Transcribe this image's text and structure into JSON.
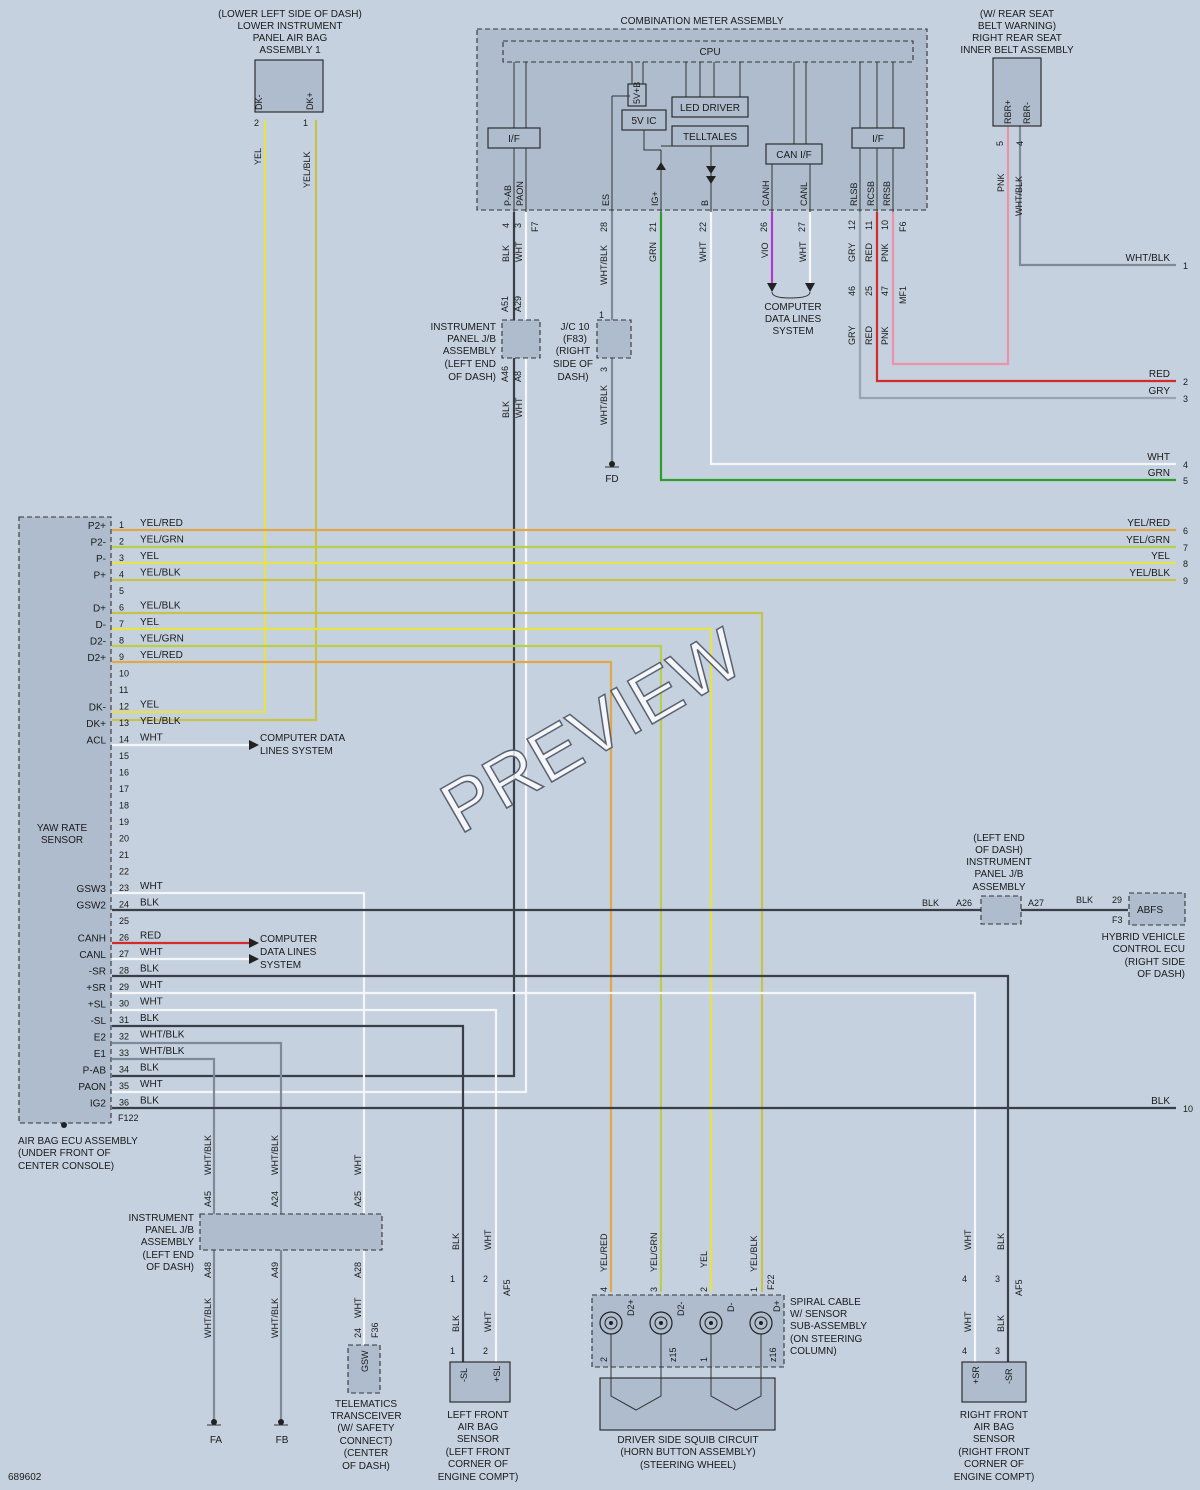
{
  "diagram_id": "689602",
  "watermark": "PREVIEW",
  "colors": {
    "YEL": "#e6e24a",
    "YEL/RED": "#e0a84a",
    "YEL/GRN": "#b9cf47",
    "YEL/BLK": "#c9c24a",
    "BLK": "#3a3f47",
    "WHT": "#f4f6f8",
    "WHT/BLK": "#7f8a96",
    "GRN": "#2aa02a",
    "RED": "#d42a2a",
    "PNK": "#ec93aa",
    "GRY": "#9aa4ae",
    "VIO": "#b03ad0"
  },
  "components": {
    "lower_airbag": [
      "(LOWER LEFT SIDE OF DASH)",
      "LOWER INSTRUMENT",
      "PANEL AIR BAG",
      "ASSEMBLY 1"
    ],
    "lower_airbag_pins": {
      "dkm": "DK-",
      "dkp": "DK+",
      "p2": "2",
      "p1": "1"
    },
    "meter": "COMBINATION METER ASSEMBLY",
    "cpu": "CPU",
    "led_driver": "LED DRIVER",
    "telltales": "TELLTALES",
    "can_if": "CAN I/F",
    "if_left": "I/F",
    "if_right": "I/F",
    "five_v_b": "5V+B",
    "five_v_ic": "5V IC",
    "meter_pins": [
      "P-AB",
      "PAON",
      "ES",
      "IG+",
      "B",
      "CANH",
      "CANL",
      "RLSB",
      "RCSB",
      "RRSB"
    ],
    "meter_pin_nums": [
      "4",
      "3",
      "28",
      "21",
      "22",
      "26",
      "27",
      "12",
      "11",
      "10"
    ],
    "meter_conn": "F7",
    "meter_conn2": "F6",
    "rear_belt": [
      "(W/ REAR SEAT",
      "BELT WARNING)",
      "RIGHT REAR SEAT",
      "INNER BELT ASSEMBLY"
    ],
    "rear_belt_pins": {
      "rbrp": "RBR+",
      "rbrm": "RBR-",
      "p5": "5",
      "p4": "4"
    },
    "ip_jb_top": [
      "INSTRUMENT",
      "PANEL J/B",
      "ASSEMBLY",
      "(LEFT END",
      "OF DASH)"
    ],
    "ip_jb_top_pins": {
      "a51": "A51",
      "a29": "A29",
      "a46": "A46",
      "a8": "A8"
    },
    "jc10": [
      "J/C 10",
      "(F83)",
      "(RIGHT",
      "SIDE OF",
      "DASH)"
    ],
    "jc10_pins": {
      "p1": "1",
      "p3": "3"
    },
    "fd": "FD",
    "cdl_top": [
      "COMPUTER",
      "DATA LINES",
      "SYSTEM"
    ],
    "mf_pins": {
      "p46": "46",
      "p25": "25",
      "p47": "47",
      "mf1": "MF1"
    },
    "yaw": [
      "YAW RATE",
      "SENSOR"
    ],
    "airbag_ecu": [
      "AIR BAG ECU ASSEMBLY",
      "(UNDER FRONT OF",
      "CENTER CONSOLE)"
    ],
    "ecu_conn": "F122",
    "cdl_14": [
      "COMPUTER DATA",
      "LINES SYSTEM"
    ],
    "cdl_26": [
      "COMPUTER",
      "DATA LINES",
      "SYSTEM"
    ],
    "ip_jb_right": [
      "(LEFT END",
      "OF DASH)",
      "INSTRUMENT",
      "PANEL J/B",
      "ASSEMBLY"
    ],
    "ip_jb_right_pins": {
      "a26": "A26",
      "a27": "A27"
    },
    "hv_ecu": [
      "HYBRID VEHICLE",
      "CONTROL ECU",
      "(RIGHT SIDE",
      "OF DASH)"
    ],
    "hv_ecu_pins": {
      "abfs": "ABFS",
      "p29": "29",
      "f3": "F3"
    },
    "ip_jb_bot": [
      "INSTRUMENT",
      "PANEL J/B",
      "ASSEMBLY",
      "(LEFT END",
      "OF DASH)"
    ],
    "ip_jb_bot_pins": {
      "a45": "A45",
      "a24": "A24",
      "a25": "A25",
      "a48": "A48",
      "a49": "A49",
      "a28": "A28"
    },
    "fa": "FA",
    "fb": "FB",
    "telematics": [
      "TELEMATICS",
      "TRANSCEIVER",
      "(W/ SAFETY",
      "CONNECT)",
      "(CENTER",
      "OF DASH)"
    ],
    "telematics_pins": {
      "gsw": "GSW",
      "p24": "24",
      "f36": "F36"
    },
    "lf_sensor": [
      "LEFT FRONT",
      "AIR BAG",
      "SENSOR",
      "(LEFT FRONT",
      "CORNER OF",
      "ENGINE COMPT)"
    ],
    "lf_pins": {
      "slm": "-SL",
      "slp": "+SL",
      "p1": "1",
      "p2": "2",
      "af5": "AF5"
    },
    "spiral": [
      "SPIRAL CABLE",
      "W/ SENSOR",
      "SUB-ASSEMBLY",
      "(ON STEERING",
      "COLUMN)"
    ],
    "spiral_pins": {
      "d2p": "D2+",
      "d2m": "D2-",
      "dm": "D-",
      "dp": "D+",
      "p4": "4",
      "p3": "3",
      "p2": "2",
      "p1": "1",
      "f22": "F22",
      "b2": "2",
      "b215": "2",
      "b1": "1",
      "b216": "2",
      "z15": "z15",
      "z16": "z16"
    },
    "squib": [
      "DRIVER SIDE SQUIB CIRCUIT",
      "(HORN BUTTON ASSEMBLY)",
      "(STEERING WHEEL)"
    ],
    "rf_sensor": [
      "RIGHT FRONT",
      "AIR BAG",
      "SENSOR",
      "(RIGHT FRONT",
      "CORNER OF",
      "ENGINE COMPT)"
    ],
    "rf_pins": {
      "srp": "+SR",
      "srm": "-SR",
      "p4": "4",
      "p3": "3",
      "af5": "AF5"
    }
  },
  "ecu_pins": [
    {
      "num": "1",
      "name": "P2+",
      "wire": "YEL/RED"
    },
    {
      "num": "2",
      "name": "P2-",
      "wire": "YEL/GRN"
    },
    {
      "num": "3",
      "name": "P-",
      "wire": "YEL"
    },
    {
      "num": "4",
      "name": "P+",
      "wire": "YEL/BLK"
    },
    {
      "num": "5",
      "name": "",
      "wire": ""
    },
    {
      "num": "6",
      "name": "D+",
      "wire": "YEL/BLK"
    },
    {
      "num": "7",
      "name": "D-",
      "wire": "YEL"
    },
    {
      "num": "8",
      "name": "D2-",
      "wire": "YEL/GRN"
    },
    {
      "num": "9",
      "name": "D2+",
      "wire": "YEL/RED"
    },
    {
      "num": "10",
      "name": "",
      "wire": ""
    },
    {
      "num": "11",
      "name": "",
      "wire": ""
    },
    {
      "num": "12",
      "name": "DK-",
      "wire": "YEL"
    },
    {
      "num": "13",
      "name": "DK+",
      "wire": "YEL/BLK"
    },
    {
      "num": "14",
      "name": "ACL",
      "wire": "WHT"
    },
    {
      "num": "15",
      "name": "",
      "wire": ""
    },
    {
      "num": "16",
      "name": "",
      "wire": ""
    },
    {
      "num": "17",
      "name": "",
      "wire": ""
    },
    {
      "num": "18",
      "name": "",
      "wire": ""
    },
    {
      "num": "19",
      "name": "",
      "wire": ""
    },
    {
      "num": "20",
      "name": "",
      "wire": ""
    },
    {
      "num": "21",
      "name": "",
      "wire": ""
    },
    {
      "num": "22",
      "name": "",
      "wire": ""
    },
    {
      "num": "23",
      "name": "GSW3",
      "wire": "WHT"
    },
    {
      "num": "24",
      "name": "GSW2",
      "wire": "BLK"
    },
    {
      "num": "25",
      "name": "",
      "wire": ""
    },
    {
      "num": "26",
      "name": "CANH",
      "wire": "RED"
    },
    {
      "num": "27",
      "name": "CANL",
      "wire": "WHT"
    },
    {
      "num": "28",
      "name": "-SR",
      "wire": "BLK"
    },
    {
      "num": "29",
      "name": "+SR",
      "wire": "WHT"
    },
    {
      "num": "30",
      "name": "+SL",
      "wire": "WHT"
    },
    {
      "num": "31",
      "name": "-SL",
      "wire": "BLK"
    },
    {
      "num": "32",
      "name": "E2",
      "wire": "WHT/BLK"
    },
    {
      "num": "33",
      "name": "E1",
      "wire": "WHT/BLK"
    },
    {
      "num": "34",
      "name": "P-AB",
      "wire": "BLK"
    },
    {
      "num": "35",
      "name": "PAON",
      "wire": "WHT"
    },
    {
      "num": "36",
      "name": "IG2",
      "wire": "BLK"
    }
  ],
  "right_exits": [
    {
      "num": "1",
      "color": "WHT/BLK"
    },
    {
      "num": "2",
      "color": "RED"
    },
    {
      "num": "3",
      "color": "GRY"
    },
    {
      "num": "4",
      "color": "WHT"
    },
    {
      "num": "5",
      "color": "GRN"
    },
    {
      "num": "6",
      "color": "YEL/RED"
    },
    {
      "num": "7",
      "color": "YEL/GRN"
    },
    {
      "num": "8",
      "color": "YEL"
    },
    {
      "num": "9",
      "color": "YEL/BLK"
    },
    {
      "num": "10",
      "color": "BLK"
    }
  ],
  "wire_labels": {
    "yel": "YEL",
    "yelblk": "YEL/BLK",
    "blk": "BLK",
    "wht": "WHT",
    "whtblk": "WHT/BLK",
    "grn": "GRN",
    "vio": "VIO",
    "gry": "GRY",
    "red": "RED",
    "pnk": "PNK",
    "yelred": "YEL/RED",
    "yelgrn": "YEL/GRN"
  }
}
